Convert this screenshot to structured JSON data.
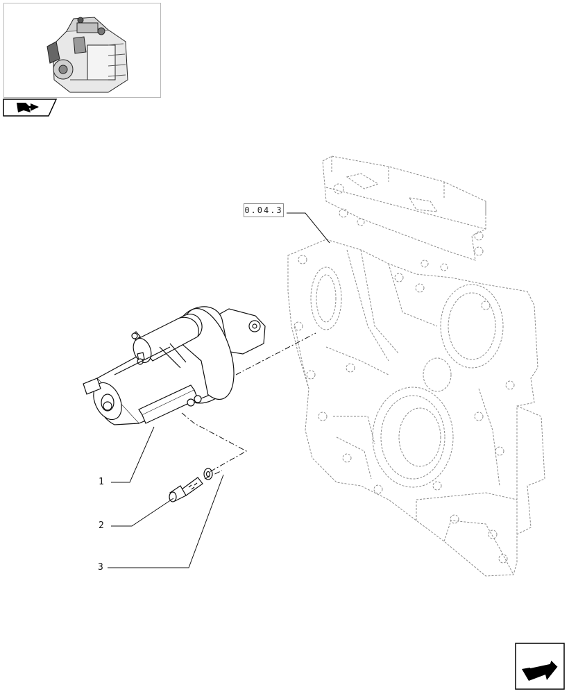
{
  "reference": {
    "label": "0.04.3"
  },
  "callouts": [
    {
      "number": "1",
      "part": "starter-motor"
    },
    {
      "number": "2",
      "part": "bolt"
    },
    {
      "number": "3",
      "part": "washer"
    }
  ],
  "navigation": {
    "top_icon": "previous-page-arrow-icon",
    "bottom_icon": "next-page-arrow-icon"
  },
  "thumbnail": {
    "icon": "engine-thumbnail"
  }
}
